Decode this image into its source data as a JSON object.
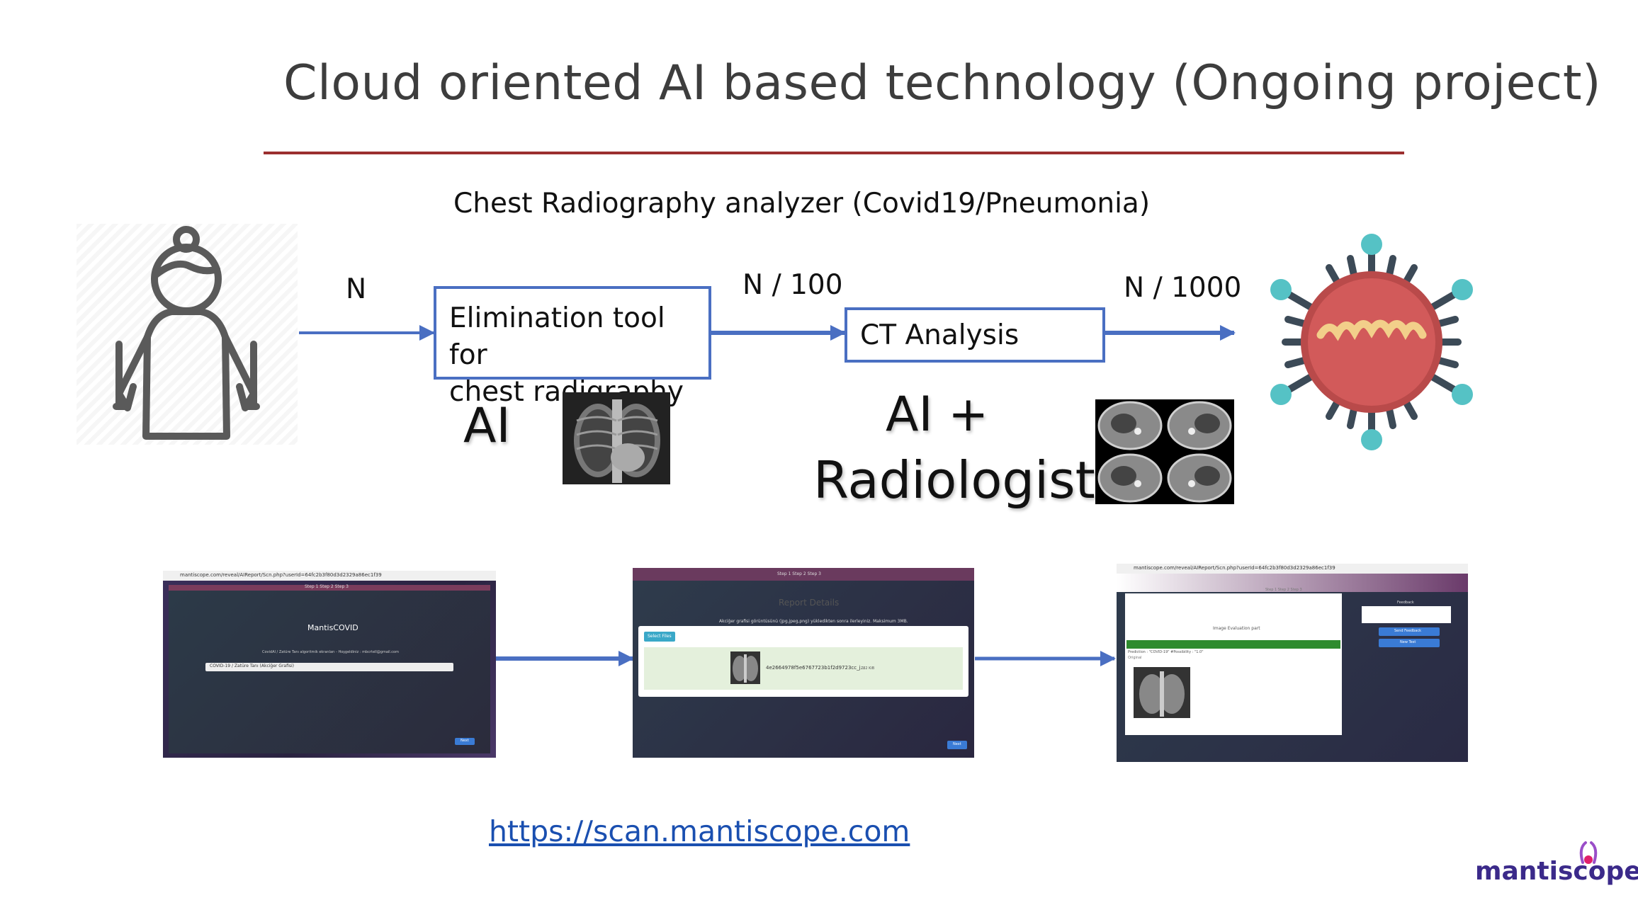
{
  "slide": {
    "title": "Cloud oriented AI based technology (Ongoing project)",
    "subtitle": "Chest Radiography analyzer (Covid19/Pneumonia)",
    "url": "https://scan.mantiscope.com",
    "logo": "mantiscope"
  },
  "flow": {
    "label_n": "N",
    "label_n100": "N / 100",
    "label_n1000": "N / 1000",
    "box1_line1": "Elimination tool for",
    "box1_line2": "chest radigraphy",
    "box2": "CT Analysis",
    "ai_label": "AI",
    "ai_plus": "AI +",
    "radiologist": "Radiologist"
  },
  "screenshots": {
    "s1": {
      "url": "mantiscope.com/reveal/AIReport/Scn.php?userId=64fc2b3f80d3d2329a86ec1f39",
      "steps": "Step 1  Step 2  Step 3",
      "app_title": "MantisCOVID",
      "info": "CovidAI / Zatüre Tanı algoritmik ekranları - Hoşgeldiniz : mbcrtell@gmail.com",
      "select": "COVID-19 / Zatüre Tanı (Akciğer Grafisi)",
      "button": "Next"
    },
    "s2": {
      "steps": "Step 1  Step 2  Step 3",
      "heading": "Report Details",
      "instruction": "Akciğer grafisi görüntüsünü (jpg,jpeg,png) yükledikten sonra ilerleyiniz. Maksimum 3MB.",
      "select_button": "Select Files",
      "file_name": "4e2664978f5e6767723b1f2d9723cc_j...",
      "file_size": "782 KiB",
      "button": "Next"
    },
    "s3": {
      "url": "mantiscope.com/reveal/AIReport/Scn.php?userId=64fc2b3f80d3d2329a86ec1f39",
      "steps": "Step 1  Step 2  Step 3",
      "eval_title": "Image Evaluation part",
      "prediction": "Prediction : \"COVID-19\" #Possibility : \"1.0\"",
      "original": "Original",
      "feedback_title": "Feedback",
      "send_button": "Send Feedback",
      "new_button": "New Test"
    }
  },
  "colors": {
    "arrow": "#4a6fc2",
    "rule": "#9b2f2f",
    "virus_body": "#d25a5a",
    "virus_spike": "#3c4a57",
    "virus_tip": "#55c2c5"
  }
}
